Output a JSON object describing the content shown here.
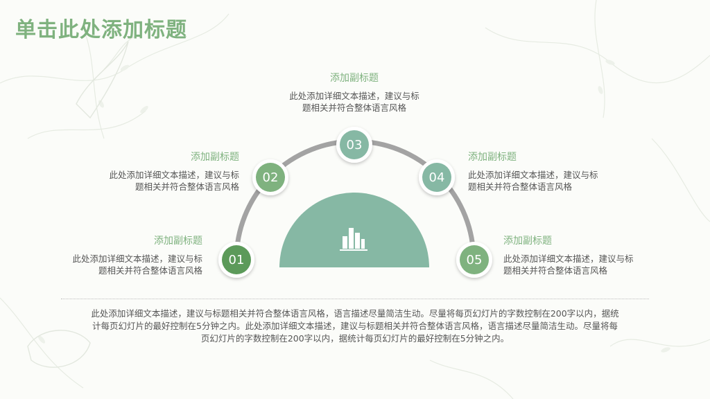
{
  "title": "单击此处添加标题",
  "colors": {
    "accent": "#7fb27f",
    "arc": "#9e9e9e",
    "dome": "#86b8a4",
    "node_dark": "#5c9a5a",
    "node_mid": "#7fb27f",
    "node_teal": "#86b8a4"
  },
  "center": {
    "icon": "bar-chart-icon"
  },
  "items": [
    {
      "number": "01",
      "subtitle": "添加副标题",
      "desc_line1": "此处添加详细文本描述，建议与标",
      "desc_line2": "题相关并符合整体语言风格"
    },
    {
      "number": "02",
      "subtitle": "添加副标题",
      "desc_line1": "此处添加详细文本描述，建议与标",
      "desc_line2": "题相关并符合整体语言风格"
    },
    {
      "number": "03",
      "subtitle": "添加副标题",
      "desc_line1": "此处添加详细文本描述，建议与标",
      "desc_line2": "题相关并符合整体语言风格"
    },
    {
      "number": "04",
      "subtitle": "添加副标题",
      "desc_line1": "此处添加详细文本描述，建议与标",
      "desc_line2": "题相关并符合整体语言风格"
    },
    {
      "number": "05",
      "subtitle": "添加副标题",
      "desc_line1": "此处添加详细文本描述，建议与标",
      "desc_line2": "题相关并符合整体语言风格"
    }
  ],
  "footer": {
    "line1": "此处添加详细文本描述，建议与标题相关并符合整体语言风格，语言描述尽量简洁生动。尽量将每页幻灯片的字数控制在200字以内，据统",
    "line2": "计每页幻灯片的最好控制在5分钟之内。此处添加详细文本描述，建议与标题相关并符合整体语言风格，语言描述尽量简洁生动。尽量将每",
    "line3": "页幻灯片的字数控制在200字以内，据统计每页幻灯片的最好控制在5分钟之内。"
  }
}
